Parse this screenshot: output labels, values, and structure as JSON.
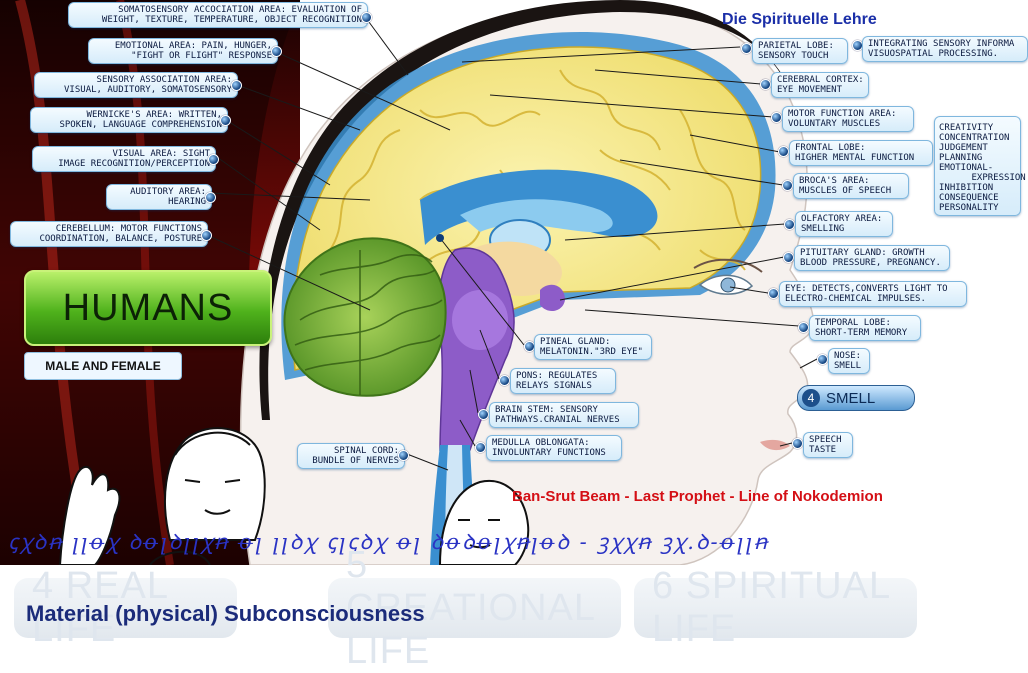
{
  "header": {
    "title": "Die Spirituelle Lehre"
  },
  "left_labels": [
    "SOMATOSENSORY ACCOCIATION AREA: EVALUATION OF\nWEIGHT, TEXTURE, TEMPERATURE, OBJECT RECOGNITION",
    "EMOTIONAL AREA: PAIN, HUNGER,\n\"FIGHT OR FLIGHT\" RESPONSE",
    "SENSORY ASSOCIATION AREA:\nVISUAL, AUDITORY, SOMATOSENSORY",
    "WERNICKE'S AREA: WRITTEN,\nSPOKEN, LANGUAGE COMPREHENSION",
    "VISUAL AREA: SIGHT\nIMAGE RECOGNITION/PERCEPTION",
    "AUDITORY AREA:\nHEARING",
    "CEREBELLUM: MOTOR FUNCTIONS\nCOORDINATION, BALANCE, POSTURE"
  ],
  "right_labels": [
    "PARIETAL LOBE:\nSENSORY TOUCH",
    "INTEGRATING SENSORY INFORMA\nVISUOSPATIAL PROCESSING.",
    "CEREBRAL CORTEX:\nEYE MOVEMENT",
    "MOTOR FUNCTION AREA:\nVOLUNTARY MUSCLES",
    "FRONTAL LOBE:\nHIGHER MENTAL FUNCTION",
    "BROCA'S AREA:\nMUSCLES OF SPEECH",
    "OLFACTORY AREA:\nSMELLING",
    "PITUITARY GLAND: GROWTH\nBLOOD PRESSURE, PREGNANCY.",
    "EYE: DETECTS,CONVERTS LIGHT TO\nELECTRO-CHEMICAL IMPULSES.",
    "TEMPORAL LOBE:\nSHORT-TERM MEMORY",
    "NOSE:\nSMELL",
    "SPEECH\nTASTE"
  ],
  "frontal_functions": "CREATIVITY\nCONCENTRATION\nJUDGEMENT\nPLANNING\nEMOTIONAL-\n      EXPRESSION\nINHIBITION\nCONSEQUENCE\nPERSONALITY",
  "center_labels": [
    "PINEAL GLAND:\nMELATONIN.\"3RD EYE\"",
    "PONS: REGULATES\nRELAYS SIGNALS",
    "BRAIN STEM: SENSORY\nPATHWAYS.CRANIAL NERVES",
    "MEDULLA OBLONGATA:\nINVOLUNTARY FUNCTIONS",
    "SPINAL CORD:\nBUNDLE OF NERVES"
  ],
  "badges": {
    "humans": "HUMANS",
    "male_female": "MALE AND FEMALE",
    "smell_number": "4",
    "smell_label": "SMELL"
  },
  "footer": {
    "lineage": "Ban-Srut Beam  - Last Prophet - Line of Nokodemion",
    "script_text": "ꞔꭓꝺꞥ ꞁꞁꝋꭓ ꝺꝋꞁꝺꞁꞁꭓꞥ ꝋꞁ ꞁꞁꝺꭓ ꞔꞁꞔꝺꭓ ꝋꞁ ꝺꝋꝺꝋꞁꭓꞥꞁꝋꝺ - ꝫꭓꭓꞥ ꝫꭓ.ꝺ-ꝋꞁꞁꞥ",
    "ghost_tabs": [
      "4 REAL LIFE",
      "5 CREATIONAL LIFE",
      "6 SPIRITUAL LIFE"
    ],
    "subtitle": "Material (physical) Subconsciousness"
  },
  "colors": {
    "cortex": "#f6ea8c",
    "cerebellum": "#7fb43a",
    "brainstem": "#8d5cc8",
    "ventricle": "#8ccbef",
    "accent_blue": "#1b2fa8",
    "accent_red": "#d40f15"
  }
}
